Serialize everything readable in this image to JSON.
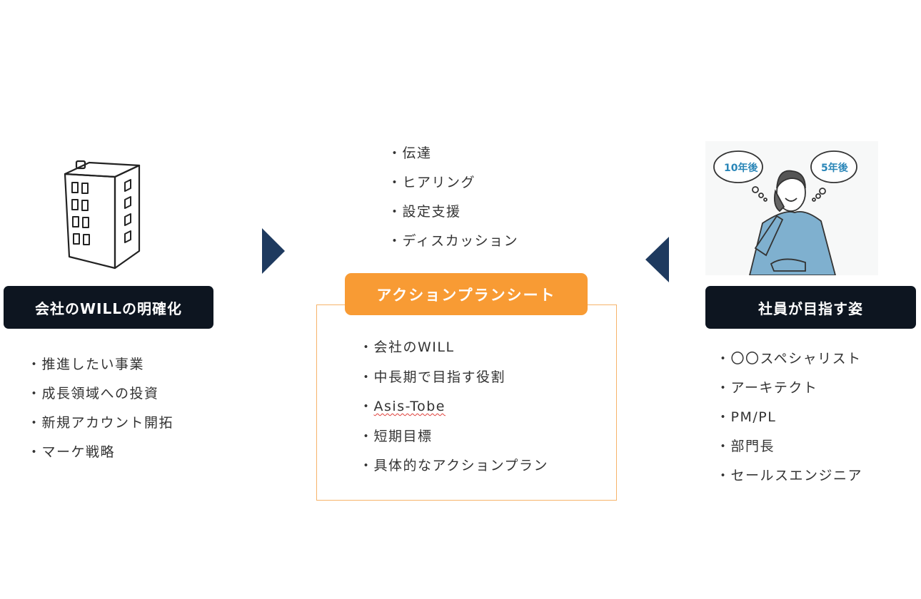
{
  "left": {
    "title": "会社のWILLの明確化",
    "items": [
      "推進したい事業",
      "成長領域への投資",
      "新規アカウント開拓",
      "マーケ戦略"
    ]
  },
  "center": {
    "top_items": [
      "伝達",
      "ヒアリング",
      "設定支援",
      "ディスカッション"
    ],
    "title": "アクションプランシート",
    "items": [
      "会社のWILL",
      "中長期で目指す役割",
      "Asis-Tobe",
      "短期目標",
      "具体的なアクションプラン"
    ]
  },
  "right": {
    "title": "社員が目指す姿",
    "bubble_left": "10年後",
    "bubble_right": "5年後",
    "items": [
      "〇〇スペシャリスト",
      "アーキテクト",
      "PM/PL",
      "部門長",
      "セールスエンジニア"
    ]
  },
  "colors": {
    "navy": "#0d1520",
    "arrow": "#1e3a5f",
    "orange": "#f89b34",
    "shirt": "#7fb0cf"
  }
}
